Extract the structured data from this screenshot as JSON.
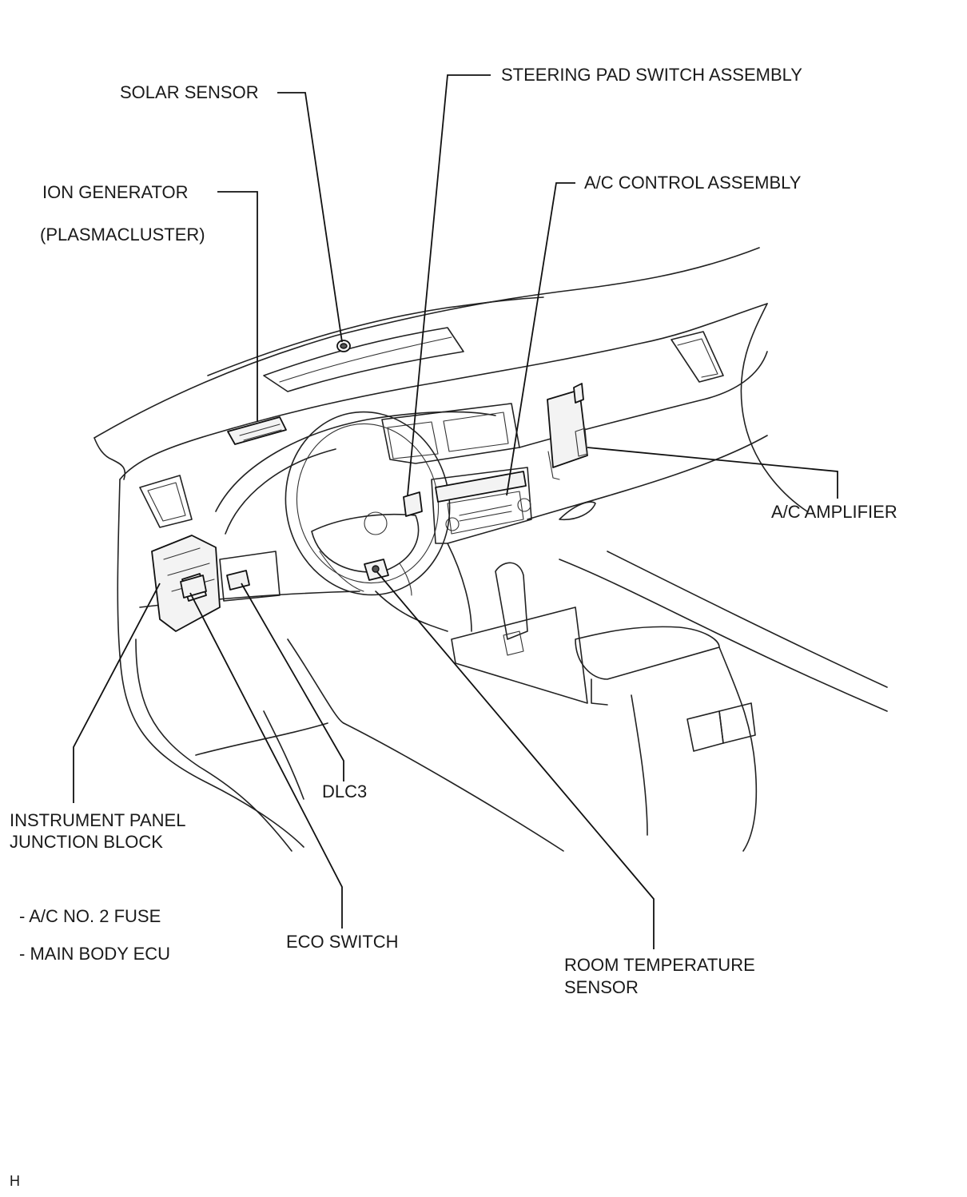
{
  "labels": {
    "solar_sensor": "SOLAR SENSOR",
    "steering_pad": "STEERING PAD SWITCH ASSEMBLY",
    "ion_generator": "ION GENERATOR",
    "plasmacluster": "(PLASMACLUSTER)",
    "ac_control": "A/C CONTROL ASSEMBLY",
    "ac_amplifier": "A/C AMPLIFIER",
    "dlc3": "DLC3",
    "ip_junction_line1": "INSTRUMENT PANEL",
    "ip_junction_line2": "JUNCTION BLOCK",
    "fuse_item": "-  A/C NO. 2 FUSE",
    "ecu_item": "-  MAIN BODY ECU",
    "eco_switch": "ECO SWITCH",
    "room_temp_line1": "ROOM TEMPERATURE",
    "room_temp_line2": "SENSOR",
    "corner_mark": "H"
  }
}
